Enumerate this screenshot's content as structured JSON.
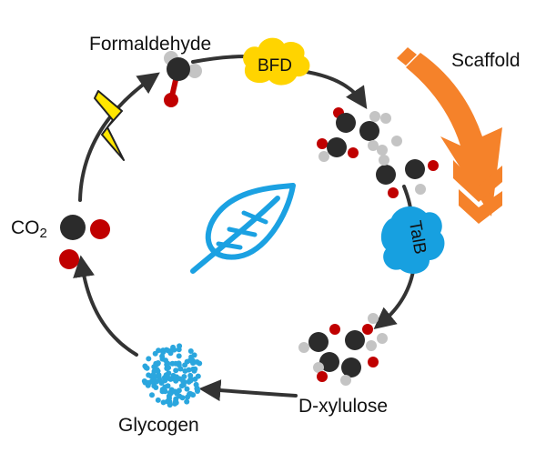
{
  "nodes": {
    "formaldehyde": "Formaldehyde",
    "co2_main": "CO",
    "co2_sub": "2",
    "glycogen": "Glycogen",
    "xylulose": "D-xylulose",
    "scaffold": "Scaffold"
  },
  "enzymes": {
    "bfd": "BFD",
    "talb": "TalB"
  },
  "colors": {
    "carbon": "#2b2b2b",
    "oxygen": "#c00000",
    "hydrogen": "#c4c4c4",
    "bfd_cloud": "#ffd400",
    "talb_cloud": "#17a0e0",
    "scaffold_arrow": "#f5822a",
    "feather": "#1ba1e2",
    "lightning": "#ffe600",
    "glycogen": "#2aa6de",
    "cycle_arrow": "#333333"
  },
  "icons": [
    "lightning-icon",
    "feather-icon",
    "scaffold-arrow-icon",
    "glycogen-icon"
  ]
}
